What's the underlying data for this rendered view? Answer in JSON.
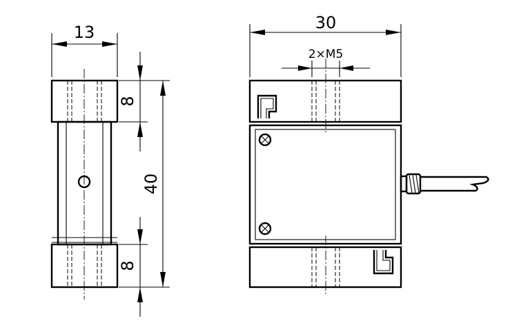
{
  "side_view": {
    "width_dim": "13",
    "top_block_dim": "8",
    "overall_height_dim": "40",
    "bottom_block_dim": "8"
  },
  "front_view": {
    "width_dim": "30",
    "thread_callout": "2×M5"
  }
}
